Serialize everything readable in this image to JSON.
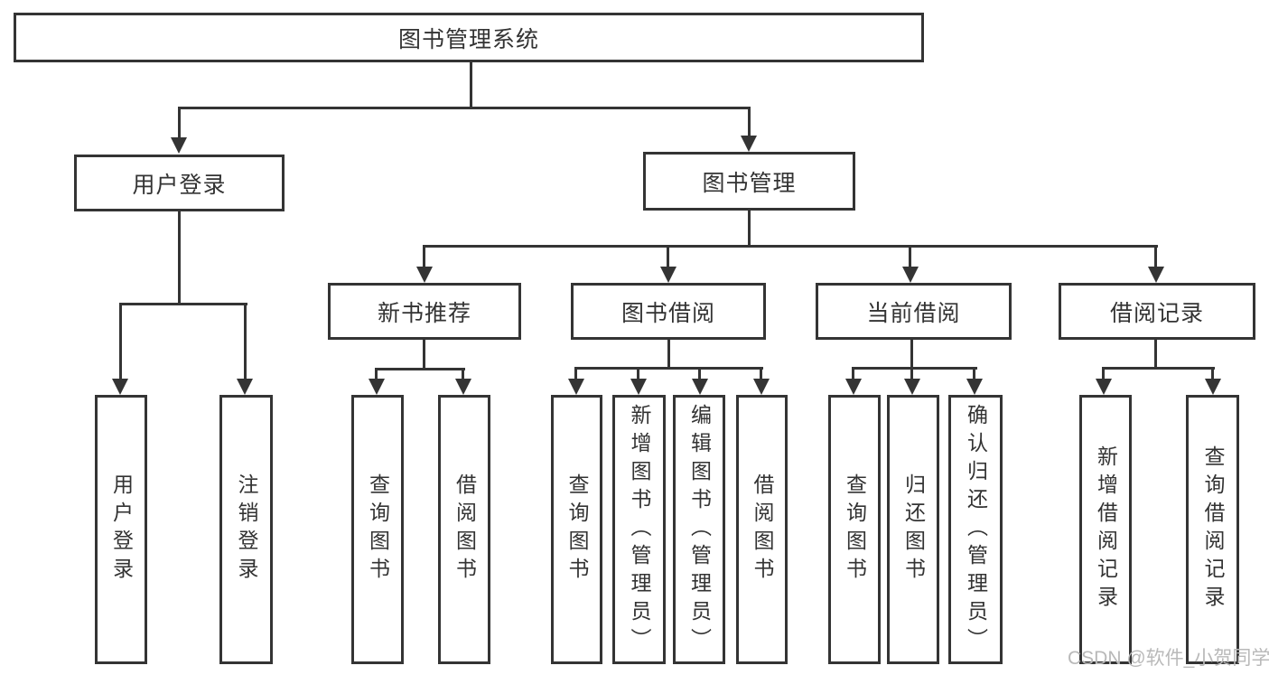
{
  "diagram": {
    "type": "hierarchy-tree",
    "title": "图书管理系统",
    "colors": {
      "line": "#343434",
      "text": "#333333",
      "background": "#ffffff",
      "watermark": "#b9b9b9"
    },
    "tree": {
      "root": "图书管理系统",
      "level2": [
        "用户登录",
        "图书管理"
      ],
      "level3": [
        "新书推荐",
        "图书借阅",
        "当前借阅",
        "借阅记录"
      ],
      "leaves_user_login": [
        "用户登录",
        "注销登录"
      ],
      "leaves_new_book": [
        "查询图书",
        "借阅图书"
      ],
      "leaves_book_borrow": [
        "查询图书",
        "新增图书（管理员）",
        "编辑图书（管理员）",
        "借阅图书"
      ],
      "leaves_current_borrow": [
        "查询图书",
        "归还图书",
        "确认归还（管理员）"
      ],
      "leaves_borrow_record": [
        "新增借阅记录",
        "查询借阅记录"
      ]
    },
    "hierarchy": {
      "图书管理系统": {
        "用户登录": [
          "用户登录",
          "注销登录"
        ],
        "图书管理": {
          "新书推荐": [
            "查询图书",
            "借阅图书"
          ],
          "图书借阅": [
            "查询图书",
            "新增图书（管理员）",
            "编辑图书（管理员）",
            "借阅图书"
          ],
          "当前借阅": [
            "查询图书",
            "归还图书",
            "确认归还（管理员）"
          ],
          "借阅记录": [
            "新增借阅记录",
            "查询借阅记录"
          ]
        }
      }
    },
    "watermark": "CSDN @软件_小贺同学"
  }
}
